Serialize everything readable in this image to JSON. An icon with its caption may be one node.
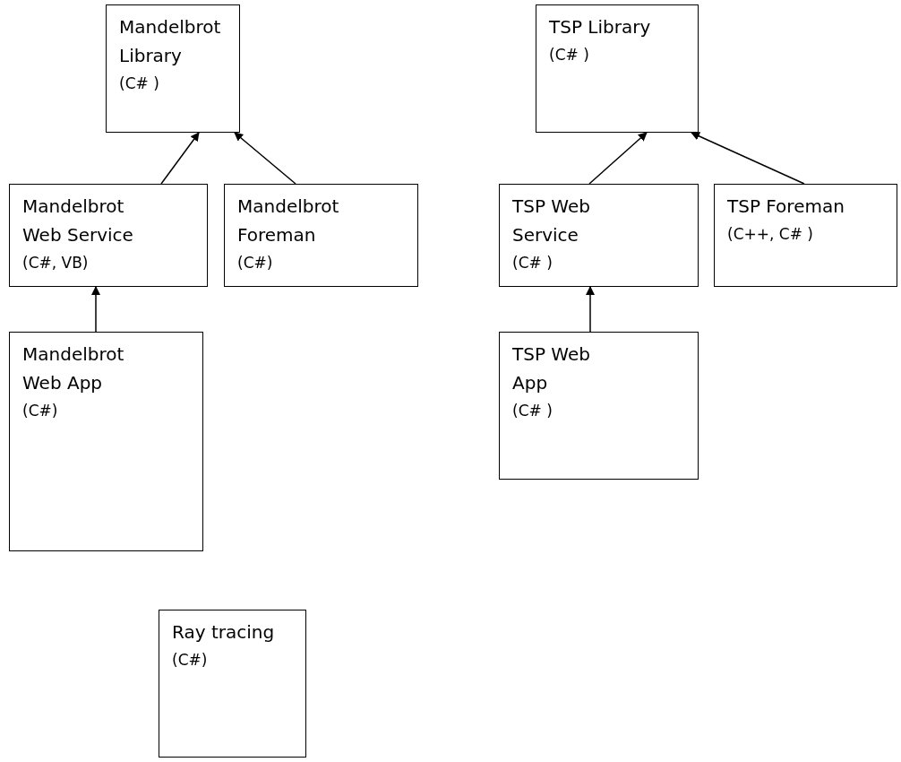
{
  "diagram": {
    "nodes": [
      {
        "text": [
          "Mandelbrot Library",
          "(C# )"
        ]
      },
      {
        "text": [
          "Mandelbrot Web Service",
          "(C#, VB)"
        ]
      },
      {
        "text": [
          "Mandelbrot Foreman",
          "(C#)"
        ]
      },
      {
        "text": [
          "Mandelbrot Web App",
          "(C#)"
        ]
      },
      {
        "text": [
          "TSP Library",
          "(C# )"
        ]
      },
      {
        "text": [
          "TSP Web Service",
          "(C# )"
        ]
      },
      {
        "text": [
          "TSP Foreman",
          "(C++, C# )"
        ]
      },
      {
        "text": [
          "TSP Web App",
          "(C# )"
        ]
      },
      {
        "text": [
          "Ray tracing",
          "(C#)"
        ]
      }
    ],
    "edges": [
      {
        "from": 1,
        "to": 0,
        "arrow": "to"
      },
      {
        "from": 2,
        "to": 0,
        "arrow": "to"
      },
      {
        "from": 3,
        "to": 1,
        "arrow": "to"
      },
      {
        "from": 5,
        "to": 4,
        "arrow": "to"
      },
      {
        "from": 6,
        "to": 4,
        "arrow": "to"
      },
      {
        "from": 7,
        "to": 5,
        "arrow": "to"
      }
    ]
  }
}
